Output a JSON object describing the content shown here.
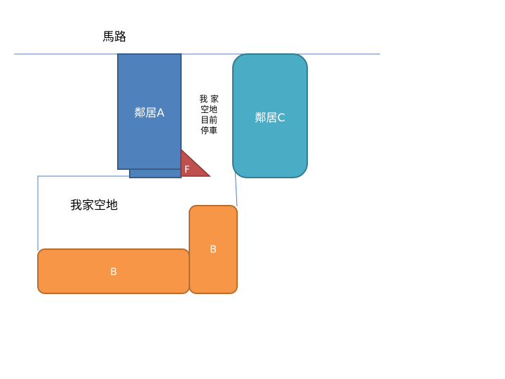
{
  "road": {
    "label": "馬路"
  },
  "neighbor_a": {
    "label": "鄰居A"
  },
  "neighbor_c": {
    "label": "鄰居C"
  },
  "parking_note": {
    "lines": [
      "我 家",
      "空地",
      "目前",
      "停車"
    ]
  },
  "triangle_f": {
    "label": "F"
  },
  "my_lot": {
    "label": "我家空地"
  },
  "building_b_wide": {
    "label": "B"
  },
  "building_b_tall": {
    "label": "B"
  },
  "colors": {
    "line": "#4f81bd",
    "neighbor_a_fill": "#4f81bd",
    "neighbor_a_stroke": "#385d8a",
    "neighbor_c_fill": "#4bacc6",
    "neighbor_c_stroke": "#357d91",
    "triangle_fill": "#c0504d",
    "triangle_stroke": "#8c3836",
    "building_fill": "#f79646",
    "building_stroke": "#b66d31"
  }
}
